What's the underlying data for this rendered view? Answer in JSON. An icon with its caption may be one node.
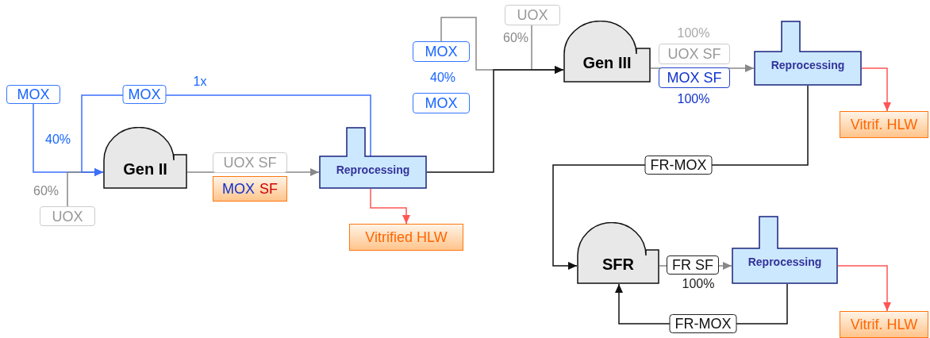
{
  "diagram": {
    "nodes": [
      {
        "text": [
          "MOX"
        ]
      },
      {
        "text": [
          "UOX"
        ]
      },
      {
        "text": [
          "Gen II"
        ]
      },
      {
        "text": [
          "UOX SF"
        ]
      },
      {
        "text": [
          "MOX",
          "SF"
        ]
      },
      {
        "text": [
          "Reprocessing"
        ]
      },
      {
        "text": [
          "Vitrified HLW"
        ]
      },
      {
        "text": [
          "MOX"
        ]
      },
      {
        "text": [
          "MOX"
        ]
      },
      {
        "text": [
          "UOX"
        ]
      },
      {
        "text": [
          "Gen III"
        ]
      },
      {
        "text": [
          "UOX SF"
        ]
      },
      {
        "text": [
          "MOX SF"
        ]
      },
      {
        "text": [
          "Reprocessing"
        ]
      },
      {
        "text": [
          "Vitrif. HLW"
        ]
      },
      {
        "text": [
          "SFR"
        ]
      },
      {
        "text": [
          "Reprocessing"
        ]
      },
      {
        "text": [
          "Vitrif. HLW"
        ]
      }
    ],
    "edges": [
      {
        "from": 0,
        "to": 2,
        "arrow": "to",
        "color": "#3d6fff"
      },
      {
        "from": 1,
        "to": 2,
        "arrow": "to"
      },
      {
        "from": 5,
        "to": 2,
        "arrow": "to",
        "label": "MOX",
        "color": "#3d6fff"
      },
      {
        "from": 2,
        "to": 5,
        "arrow": "to"
      },
      {
        "from": 5,
        "to": 6,
        "arrow": "to",
        "color": "#ff5555"
      },
      {
        "from": 7,
        "to": 10,
        "arrow": "to"
      },
      {
        "from": 9,
        "to": 10,
        "arrow": "to"
      },
      {
        "from": 5,
        "to": 10,
        "arrow": "to",
        "color": "#111111"
      },
      {
        "from": 10,
        "to": 13,
        "arrow": "to"
      },
      {
        "from": 13,
        "to": 14,
        "arrow": "to",
        "color": "#ff5555"
      },
      {
        "from": 13,
        "to": 15,
        "arrow": "to",
        "label": "FR-MOX",
        "color": "#111111"
      },
      {
        "from": 15,
        "to": 16,
        "arrow": "to",
        "label": "FR SF"
      },
      {
        "from": 16,
        "to": 17,
        "arrow": "to",
        "color": "#ff5555"
      },
      {
        "from": 16,
        "to": 15,
        "arrow": "to",
        "label": "FR-MOX",
        "color": "#111111"
      }
    ],
    "labels": [
      "60%",
      "100%",
      "40%",
      "1x",
      "100%",
      "40%",
      "60%",
      "100%"
    ]
  }
}
